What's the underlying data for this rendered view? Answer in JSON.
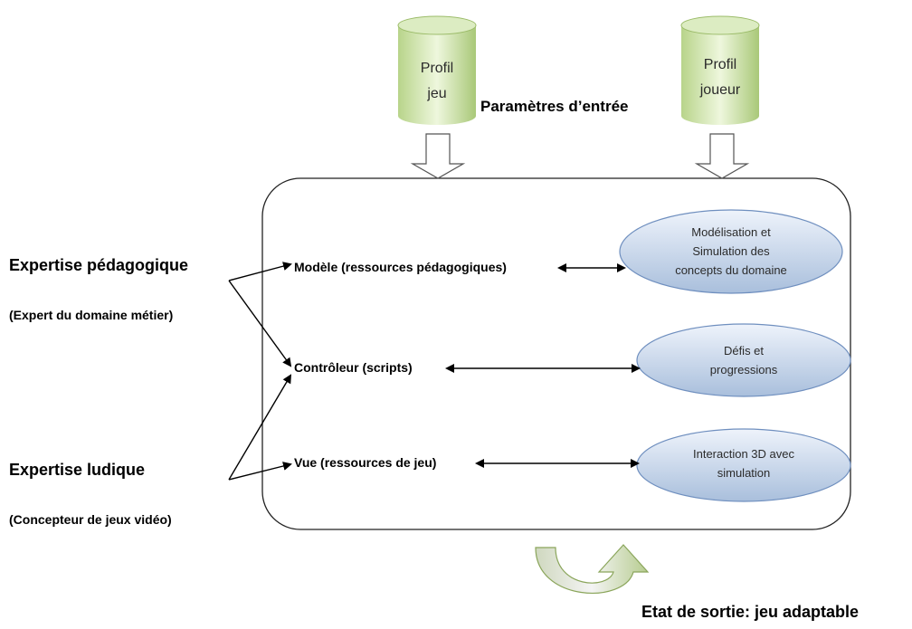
{
  "inputs": {
    "profil_jeu": [
      "Profil",
      "jeu"
    ],
    "profil_joueur": [
      "Profil",
      "joueur"
    ],
    "parametres": "Paramètres d’entrée"
  },
  "experts": {
    "pedagogique": {
      "title": "Expertise pédagogique",
      "subtitle": "(Expert du domaine métier)"
    },
    "ludique": {
      "title": "Expertise ludique",
      "subtitle": "(Concepteur de jeux vidéo)"
    }
  },
  "mvc": {
    "modele": "Modèle (ressources pédagogiques)",
    "controleur": "Contrôleur (scripts)",
    "vue": "Vue (ressources de jeu)"
  },
  "ellipses": {
    "modelisation": [
      "Modélisation et",
      "Simulation des",
      "concepts du domaine"
    ],
    "defis": [
      "Défis et",
      "progressions"
    ],
    "interaction": [
      "Interaction 3D avec",
      "simulation"
    ]
  },
  "output": "Etat de sortie: jeu adaptable",
  "colors": {
    "cylinder_light": "#eef7dd",
    "cylinder_dark": "#b8d48a",
    "ellipse_light": "#eef3fb",
    "ellipse_dark": "#a9bfdc",
    "ellipse_stroke": "#6f8fbf",
    "loop_light": "#f2f2f2",
    "loop_dark": "#bfc7b0",
    "loop_stroke": "#8aa55a"
  }
}
